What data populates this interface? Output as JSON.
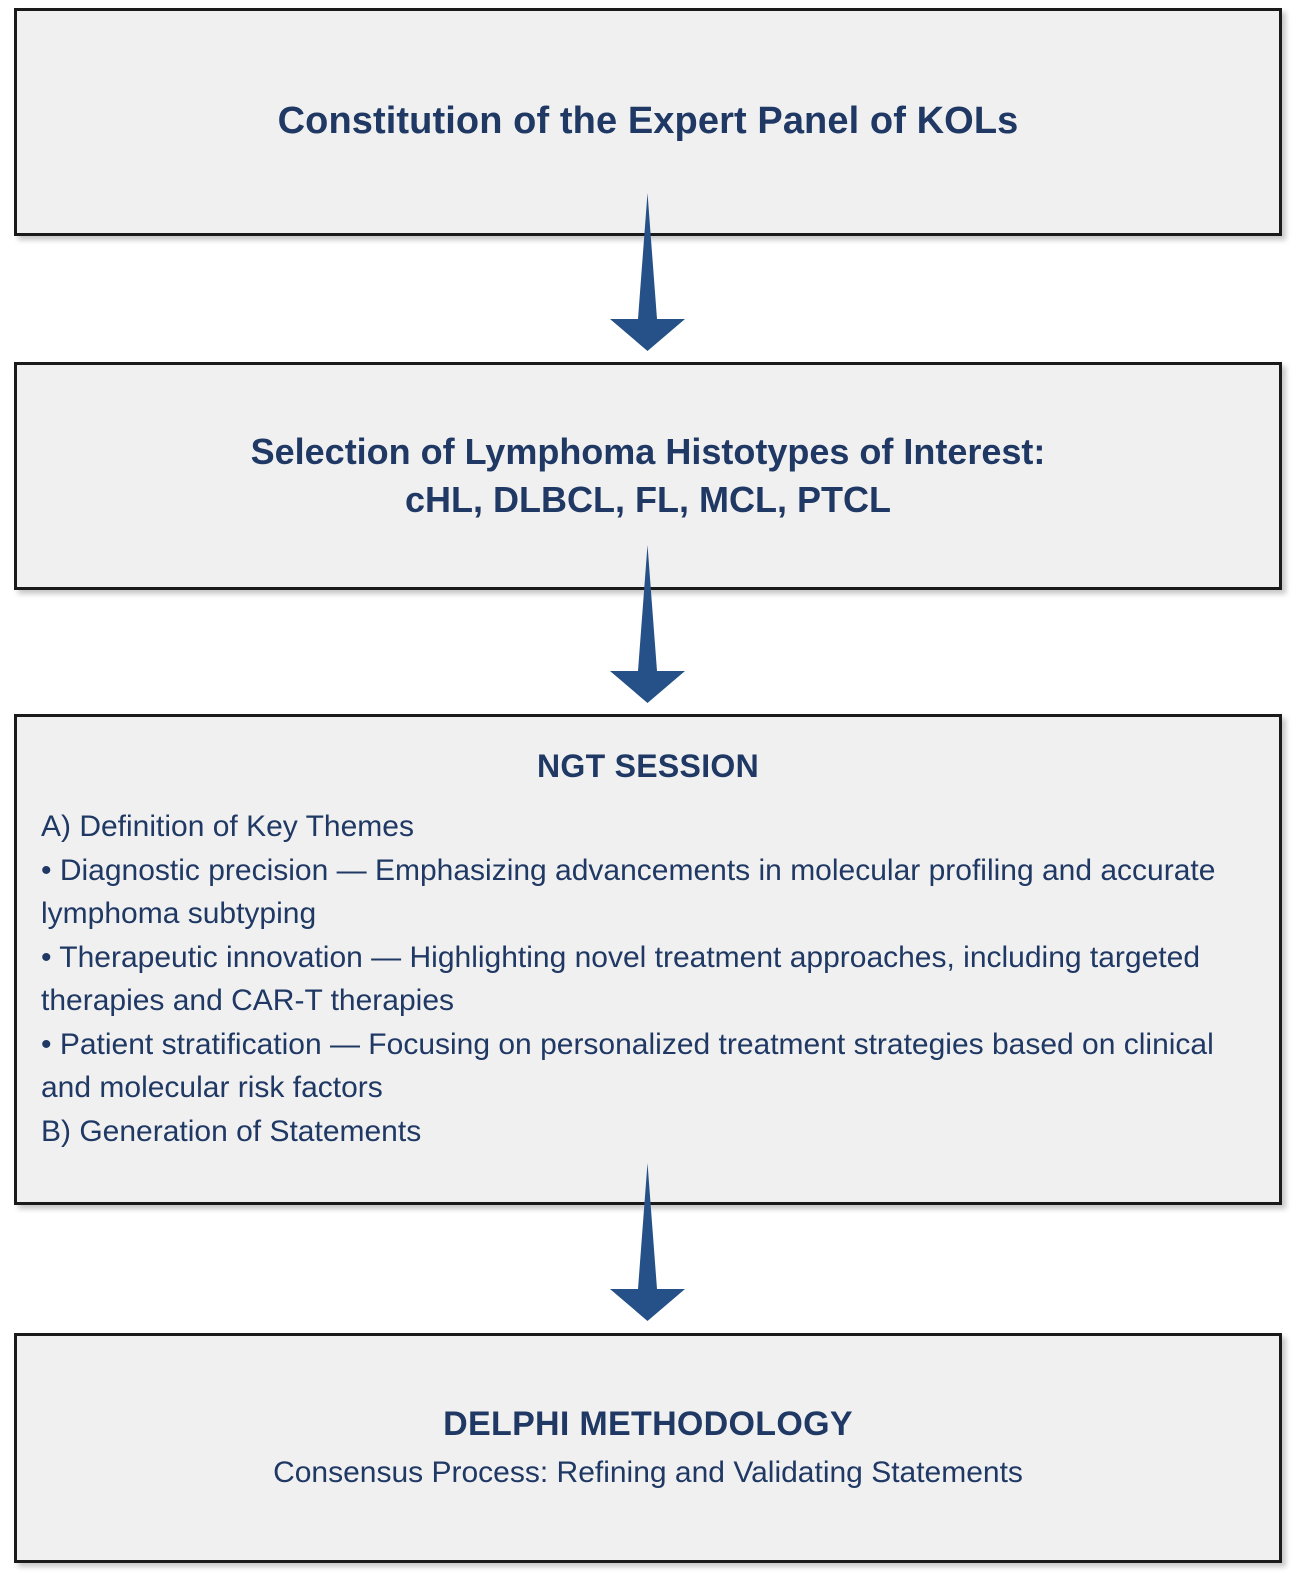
{
  "diagram": {
    "type": "flowchart",
    "orientation": "vertical",
    "accent_color": "#255088",
    "text_color": "#1F3864",
    "box_fill": "#F0F0F0",
    "box_border": "#1A1A1A",
    "nodes": [
      {
        "id": "constitution",
        "title": "Constitution of the Expert Panel of KOLs"
      },
      {
        "id": "selection",
        "title": "Selection of Lymphoma Histotypes of Interest:",
        "subtitle": "cHL, DLBCL, FL, MCL, PTCL"
      },
      {
        "id": "ngt",
        "heading": "NGT SESSION",
        "lines": [
          "A) Definition of Key Themes",
          "• Diagnostic precision — Emphasizing advancements in molecular profiling and accurate lymphoma subtyping",
          "• Therapeutic innovation — Highlighting novel treatment approaches, including targeted therapies and CAR-T therapies",
          "• Patient stratification — Focusing on personalized treatment strategies based on clinical and molecular risk factors",
          "B) Generation of Statements"
        ]
      },
      {
        "id": "delphi",
        "title": "DELPHI METHODOLOGY",
        "subtitle": "Consensus Process: Refining and Validating Statements"
      }
    ],
    "connectors": [
      {
        "id": "arrow-1",
        "from": "constitution",
        "to": "selection",
        "shape": "down-arrow"
      },
      {
        "id": "arrow-2",
        "from": "selection",
        "to": "ngt",
        "shape": "down-arrow"
      },
      {
        "id": "arrow-3",
        "from": "ngt",
        "to": "delphi",
        "shape": "down-arrow"
      }
    ]
  }
}
